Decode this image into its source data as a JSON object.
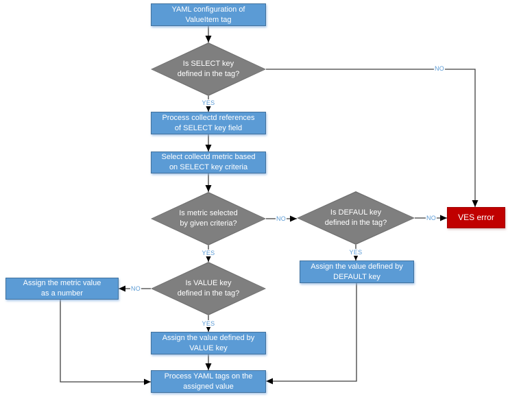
{
  "colors": {
    "process_fill": "#5B9BD5",
    "process_border": "#41719C",
    "decision_fill": "#7F7F7F",
    "decision_border": "#6E6E6E",
    "error_fill": "#C00000",
    "error_border": "#A00000",
    "connector_line": "#3F3F3F",
    "arrowhead": "#000000",
    "branch_label_text": "#5B9BD5",
    "node_text": "#FFFFFF",
    "background": "#FFFFFF"
  },
  "nodes": {
    "yaml_config": {
      "type": "process",
      "label": "YAML configuration of\nValueItem tag"
    },
    "is_select_key": {
      "type": "decision",
      "label": "Is SELECT key\ndefined in the tag?"
    },
    "process_references": {
      "type": "process",
      "label": "Process collectd references\nof SELECT key field"
    },
    "select_metric": {
      "type": "process",
      "label": "Select collectd metric based\non SELECT key criteria"
    },
    "is_metric_selected": {
      "type": "decision",
      "label": "Is metric selected\nby given criteria?"
    },
    "is_default_key": {
      "type": "decision",
      "label": "Is DEFAUL key\ndefined in the tag?"
    },
    "ves_error": {
      "type": "error",
      "label": "VES error"
    },
    "assign_default": {
      "type": "process",
      "label": "Assign the value defined by\nDEFAULT key"
    },
    "is_value_key": {
      "type": "decision",
      "label": "Is VALUE key\ndefined in the tag?"
    },
    "assign_metric_number": {
      "type": "process",
      "label": "Assign the metric value\nas a number"
    },
    "assign_value": {
      "type": "process",
      "label": "Assign the value defined by\nVALUE key"
    },
    "process_yaml_tags": {
      "type": "process",
      "label": "Process YAML tags on the\nassigned value"
    }
  },
  "edges": [
    {
      "from": "yaml_config",
      "to": "is_select_key",
      "label": ""
    },
    {
      "from": "is_select_key",
      "to": "process_references",
      "label": "YES"
    },
    {
      "from": "is_select_key",
      "to": "ves_error",
      "label": "NO"
    },
    {
      "from": "process_references",
      "to": "select_metric",
      "label": ""
    },
    {
      "from": "select_metric",
      "to": "is_metric_selected",
      "label": ""
    },
    {
      "from": "is_metric_selected",
      "to": "is_default_key",
      "label": "NO"
    },
    {
      "from": "is_metric_selected",
      "to": "is_value_key",
      "label": "YES"
    },
    {
      "from": "is_default_key",
      "to": "ves_error",
      "label": "NO"
    },
    {
      "from": "is_default_key",
      "to": "assign_default",
      "label": "YES"
    },
    {
      "from": "assign_default",
      "to": "process_yaml_tags",
      "label": ""
    },
    {
      "from": "is_value_key",
      "to": "assign_metric_number",
      "label": "NO"
    },
    {
      "from": "is_value_key",
      "to": "assign_value",
      "label": "YES"
    },
    {
      "from": "assign_value",
      "to": "process_yaml_tags",
      "label": ""
    },
    {
      "from": "assign_metric_number",
      "to": "process_yaml_tags",
      "label": ""
    }
  ]
}
